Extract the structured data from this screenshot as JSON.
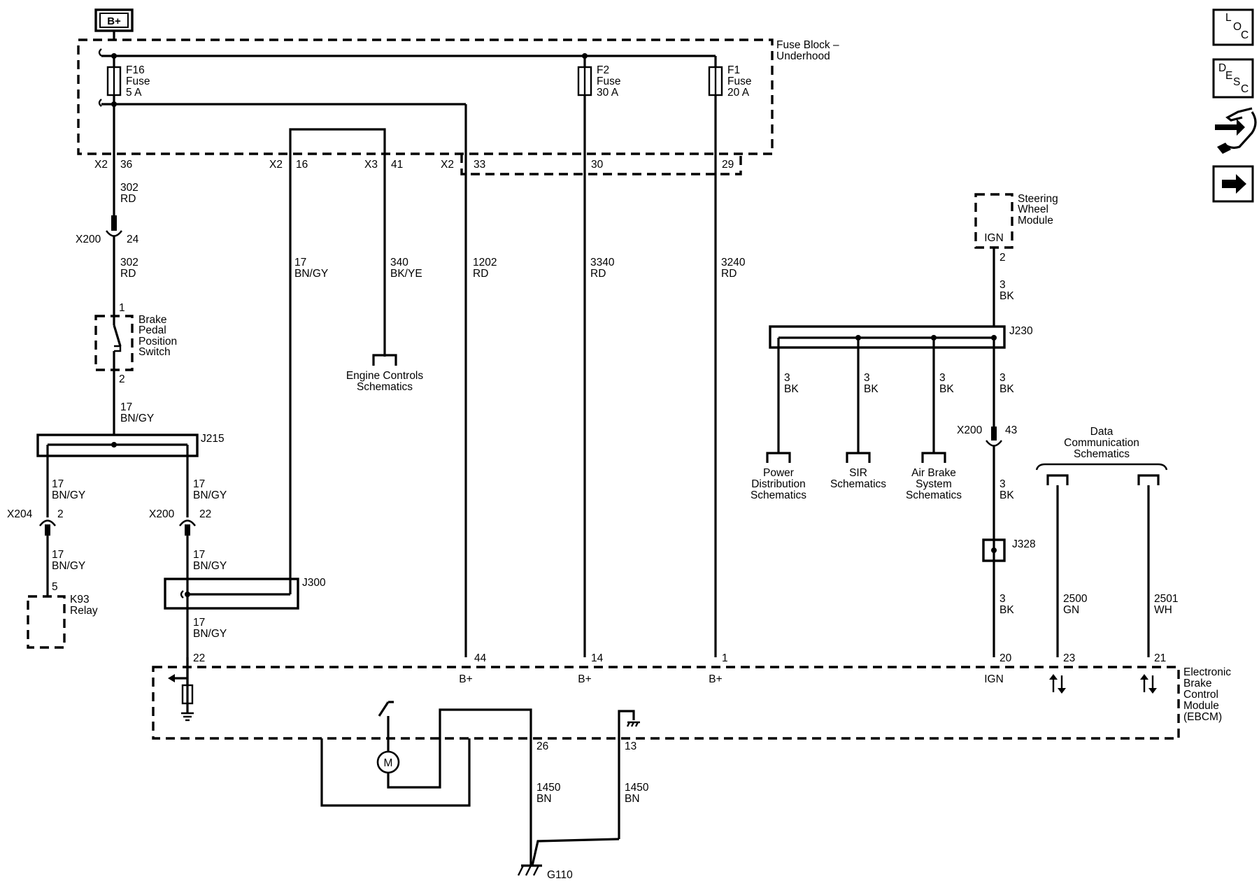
{
  "source": {
    "label": "B+"
  },
  "fuse_block": {
    "title_line1": "Fuse Block –",
    "title_line2": "Underhood"
  },
  "fuses": [
    {
      "name": "F16",
      "type": "Fuse",
      "rating": "5 A"
    },
    {
      "name": "F2",
      "type": "Fuse",
      "rating": "30 A"
    },
    {
      "name": "F1",
      "type": "Fuse",
      "rating": "20 A"
    }
  ],
  "fuse_block_pins": {
    "x2_36": {
      "conn": "X2",
      "pin": "36"
    },
    "x2_16": {
      "conn": "X2",
      "pin": "16"
    },
    "x3_41": {
      "conn": "X3",
      "pin": "41"
    },
    "x2_33": {
      "conn": "X2",
      "pin": "33"
    },
    "p30": "30",
    "p29": "29"
  },
  "wires": {
    "w302a": {
      "circuit": "302",
      "color": "RD"
    },
    "w302b": {
      "circuit": "302",
      "color": "RD"
    },
    "w17_bn_top": {
      "circuit": "17",
      "color": "BN/GY"
    },
    "w340": {
      "circuit": "340",
      "color": "BK/YE"
    },
    "w1202": {
      "circuit": "1202",
      "color": "RD"
    },
    "w3340": {
      "circuit": "3340",
      "color": "RD"
    },
    "w3240": {
      "circuit": "3240",
      "color": "RD"
    },
    "w17_switch": {
      "circuit": "17",
      "color": "BN/GY"
    },
    "w17_j215_left": {
      "circuit": "17",
      "color": "BN/GY"
    },
    "w17_j215_right": {
      "circuit": "17",
      "color": "BN/GY"
    },
    "w17_relay": {
      "circuit": "17",
      "color": "BN/GY"
    },
    "w17_x200": {
      "circuit": "17",
      "color": "BN/GY"
    },
    "w17_ebcm": {
      "circuit": "17",
      "color": "BN/GY"
    },
    "w3_swm": {
      "circuit": "3",
      "color": "BK"
    },
    "w3_pd": {
      "circuit": "3",
      "color": "BK"
    },
    "w3_sir": {
      "circuit": "3",
      "color": "BK"
    },
    "w3_ab": {
      "circuit": "3",
      "color": "BK"
    },
    "w3_j230": {
      "circuit": "3",
      "color": "BK"
    },
    "w3_x200": {
      "circuit": "3",
      "color": "BK"
    },
    "w3_j328": {
      "circuit": "3",
      "color": "BK"
    },
    "w2500": {
      "circuit": "2500",
      "color": "GN"
    },
    "w2501": {
      "circuit": "2501",
      "color": "WH"
    },
    "w1450a": {
      "circuit": "1450",
      "color": "BN"
    },
    "w1450b": {
      "circuit": "1450",
      "color": "BN"
    }
  },
  "connectors": {
    "x200_24": {
      "name": "X200",
      "pin": "24"
    },
    "x204_2": {
      "name": "X204",
      "pin": "2"
    },
    "x200_22": {
      "name": "X200",
      "pin": "22"
    },
    "x200_43": {
      "name": "X200",
      "pin": "43"
    }
  },
  "brake_switch": {
    "pin_top": "1",
    "pin_bottom": "2",
    "label": [
      "Brake",
      "Pedal",
      "Position",
      "Switch"
    ]
  },
  "splices": {
    "j215": "J215",
    "j300": "J300",
    "j230": "J230",
    "j328": "J328"
  },
  "relay": {
    "pin": "5",
    "label_line1": "K93",
    "label_line2": "Relay"
  },
  "engine_controls": {
    "line1": "Engine Controls",
    "line2": "Schematics"
  },
  "steering_wheel_module": {
    "label": [
      "Steering",
      "Wheel",
      "Module"
    ],
    "inner": "IGN",
    "pin": "2"
  },
  "references": {
    "power": [
      "Power",
      "Distribution",
      "Schematics"
    ],
    "sir": [
      "SIR",
      "Schematics"
    ],
    "airbrake": [
      "Air Brake",
      "System",
      "Schematics"
    ],
    "datacomm": [
      "Data",
      "Communication",
      "Schematics"
    ]
  },
  "ebcm": {
    "label": [
      "Electronic",
      "Brake",
      "Control",
      "Module",
      "(EBCM)"
    ],
    "pins": {
      "p22": "22",
      "p44": "44",
      "p14": "14",
      "p1": "1",
      "p20": "20",
      "p23": "23",
      "p21": "21",
      "p26": "26",
      "p13": "13"
    },
    "b_plus": "B+",
    "ign": "IGN",
    "motor": "M"
  },
  "ground": {
    "name": "G110"
  },
  "nav": {
    "loc": "LOC",
    "desc": "DESC"
  }
}
